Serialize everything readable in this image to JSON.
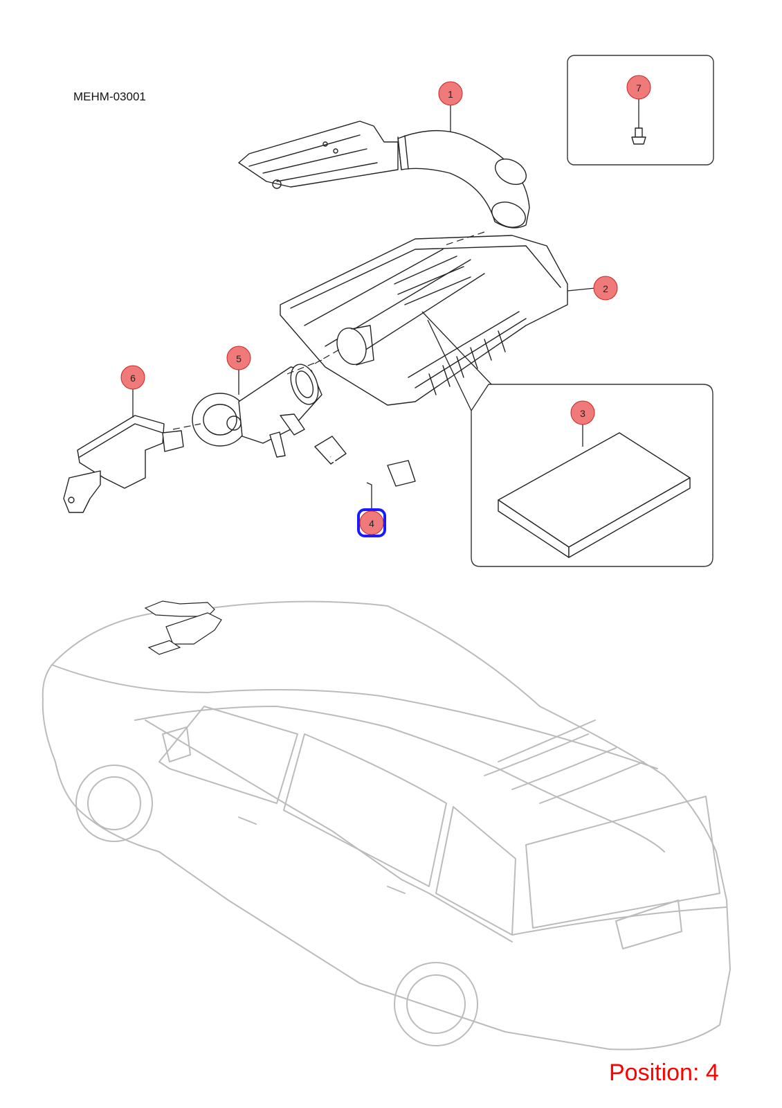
{
  "diagram": {
    "code": "MEHM-03001",
    "position_label": "Position: 4",
    "callouts": [
      {
        "id": "1",
        "label": "1"
      },
      {
        "id": "2",
        "label": "2"
      },
      {
        "id": "3",
        "label": "3"
      },
      {
        "id": "4",
        "label": "4",
        "selected": true
      },
      {
        "id": "5",
        "label": "5"
      },
      {
        "id": "6",
        "label": "6"
      },
      {
        "id": "7",
        "label": "7"
      }
    ],
    "colors": {
      "callout_fill": "#f07a7a",
      "callout_stroke": "#cc2222",
      "selected_outline": "#1a1aff",
      "position_text": "#ff0000",
      "vehicle_outline": "#bbbbbb"
    }
  }
}
